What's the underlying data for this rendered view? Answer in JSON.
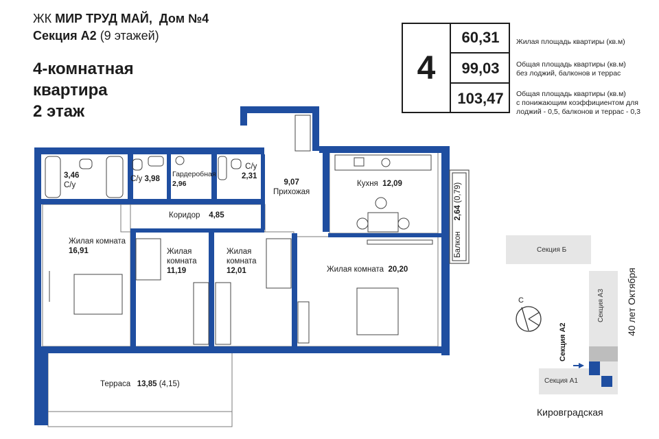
{
  "header": {
    "complex_prefix": "ЖК",
    "complex_name": "МИР ТРУД МАЙ,",
    "house": "Дом №4",
    "section_label": "Секция А2",
    "section_floors": "(9 этажей)",
    "apartment_title_line1": "4-комнатная",
    "apartment_title_line2": "квартира",
    "apartment_title_line3": "2 этаж"
  },
  "summary": {
    "rooms_count": "4",
    "living_area": "60,31",
    "living_area_desc": "Жилая площадь квартиры (кв.м)",
    "total_area": "99,03",
    "total_area_desc_line1": "Общая площадь квартиры (кв.м)",
    "total_area_desc_line2": "без лоджий, балконов и террас",
    "total_area_coef": "103,47",
    "total_area_coef_desc_line1": "Общая площадь квартиры (кв.м)",
    "total_area_coef_desc_line2": "с понижающим коэффициентом для",
    "total_area_coef_desc_line3": "лоджий - 0,5, балконов и террас - 0,3"
  },
  "rooms": {
    "bath1_area": "3,46",
    "bath1_name": "С/у",
    "bath2_name": "С/у",
    "bath2_area": "3,98",
    "wardrobe_name": "Гардеробная",
    "wardrobe_area": "2,96",
    "bath3_name": "С/у",
    "bath3_area": "2,31",
    "hall_area": "9,07",
    "hall_name": "Прихожая",
    "kitchen_name": "Кухня",
    "kitchen_area": "12,09",
    "corridor_name": "Коридор",
    "corridor_area": "4,85",
    "living1_name": "Жилая комната",
    "living1_area": "16,91",
    "living2_name_line1": "Жилая",
    "living2_name_line2": "комната",
    "living2_area": "11,19",
    "living3_name_line1": "Жилая",
    "living3_name_line2": "комната",
    "living3_area": "12,01",
    "living4_name": "Жилая комната",
    "living4_area": "20,20",
    "balcony_name": "Балкон",
    "balcony_area": "2,64",
    "balcony_coef": "(0,79)",
    "terrace_name": "Терраса",
    "terrace_area": "13,85",
    "terrace_coef": "(4,15)"
  },
  "site_plan": {
    "section_b": "Секция Б",
    "section_a3": "Секция А3",
    "section_a2": "Секция А2",
    "section_a1": "Секция А1",
    "street_right": "40 лет Октября",
    "street_bottom": "Кировградская",
    "compass": "С"
  },
  "colors": {
    "wall": "#1f4ea0",
    "highlight": "#1f4ea0",
    "building": "#e6e6e6"
  }
}
